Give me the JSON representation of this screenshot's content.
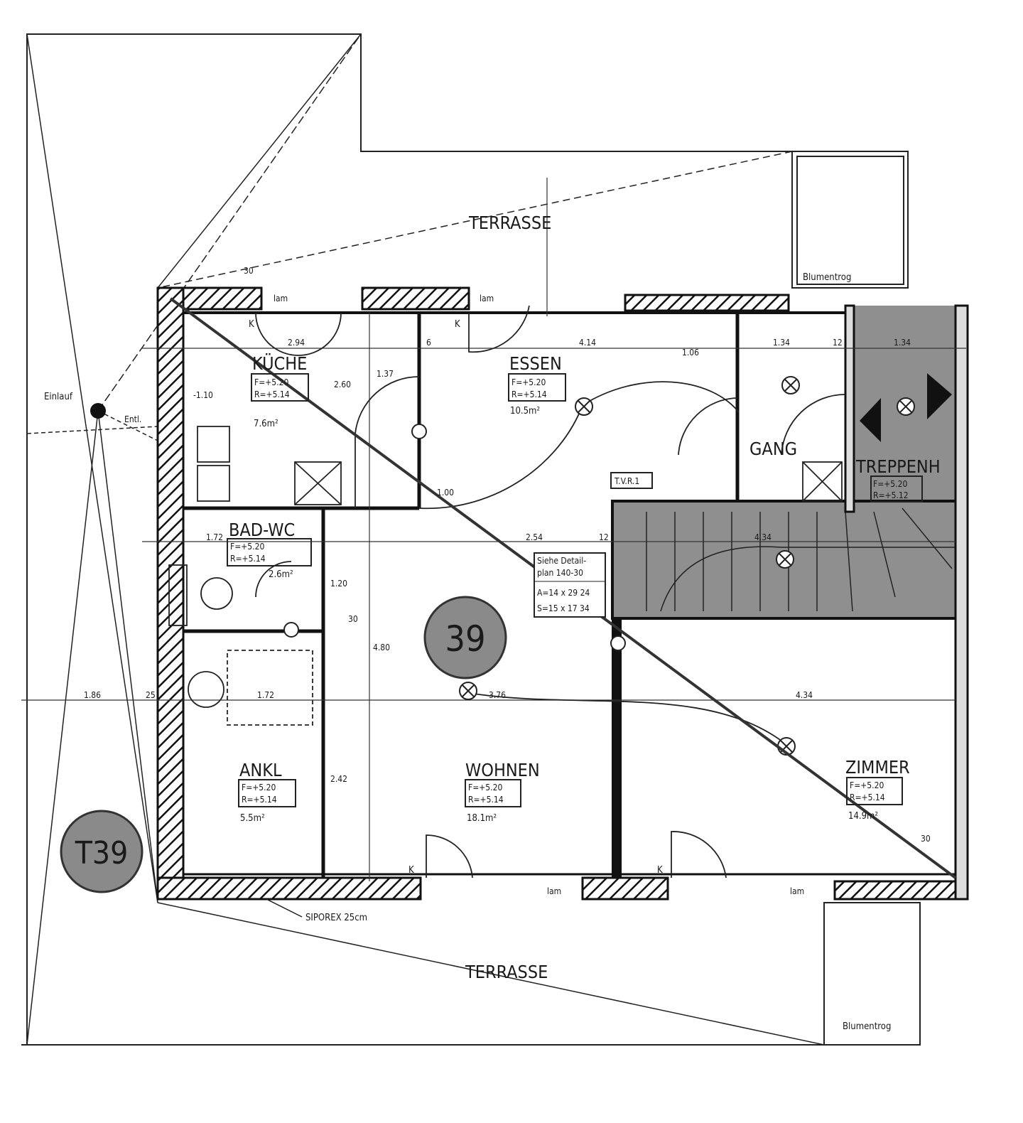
{
  "plan": {
    "unit_badge": "39",
    "unit_stamp": "T39",
    "colors": {
      "line": "#1a1a1a",
      "stair_fill": "#8f8f8f",
      "badge_fill": "#8a8a8a"
    },
    "terrace_top": "TERRASSE",
    "terrace_bottom": "TERRASSE",
    "planter_top": "Blumentrog",
    "planter_bottom": "Blumentrog",
    "wall_note": "SIPOREX 25cm",
    "drain": "Einlauf",
    "vent": "Entl.",
    "tv": "T.V.R.1",
    "detail_note": {
      "line1": "Siehe Detail-",
      "line2": "plan 140-30",
      "line3": "A=14 x 29 24",
      "line4": "S=15 x 17 34"
    },
    "rooms": [
      {
        "name": "KÜCHE",
        "f": "F=+5.20",
        "r": "R=+5.14",
        "area": "7.6m²"
      },
      {
        "name": "ESSEN",
        "f": "F=+5.20",
        "r": "R=+5.14",
        "area": "10.5m²"
      },
      {
        "name": "GANG"
      },
      {
        "name": "TREPPENH",
        "f": "F=+5.20",
        "r": "R=+5.12"
      },
      {
        "name": "BAD-WC",
        "f": "F=+5.20",
        "r": "R=+5.14",
        "area": "2.6m²"
      },
      {
        "name": "ANKL",
        "f": "F=+5.20",
        "r": "R=+5.14",
        "area": "5.5m²"
      },
      {
        "name": "WOHNEN",
        "f": "F=+5.20",
        "r": "R=+5.14",
        "area": "18.1m²"
      },
      {
        "name": "ZIMMER",
        "f": "F=+5.20",
        "r": "R=+5.14",
        "area": "14.9m²"
      }
    ],
    "dimensions": [
      "2.94",
      "4.14",
      "1.34",
      "1.34",
      "12",
      "6",
      "2.54",
      "12",
      "1.72",
      "1.72",
      "4.34",
      "4.34",
      "3.76",
      "1.86",
      "25",
      "2.60",
      "1.37",
      "4.80",
      "1.20",
      "2.42",
      "1.06",
      "30",
      "lam",
      "lam",
      "lam",
      "lam",
      "K",
      "K",
      "K",
      "K",
      "-1.10",
      "1.00",
      "30",
      "30"
    ]
  }
}
